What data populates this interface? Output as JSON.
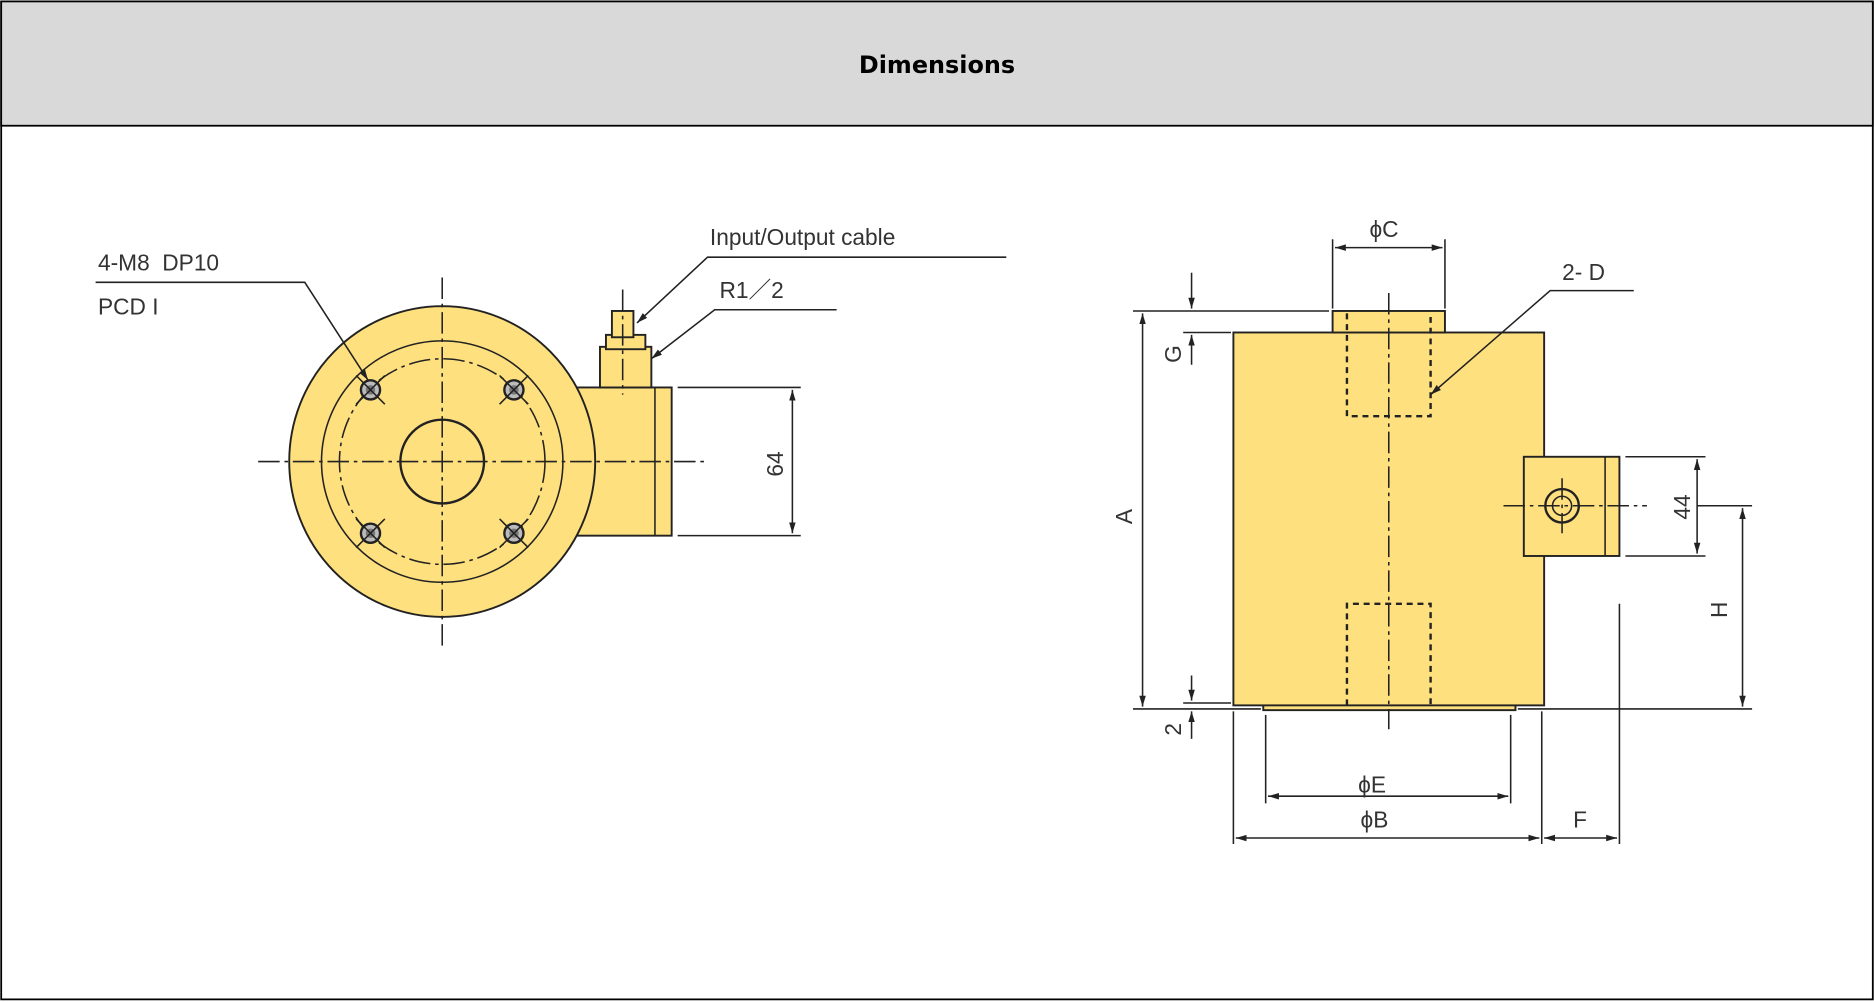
{
  "header": {
    "title": "Dimensions"
  },
  "colors": {
    "part_fill": "#ffe07f",
    "header_bg": "#d9d9d9"
  },
  "top_view": {
    "bolt_label": "4-M8  DP10",
    "pcd_label": "PCD I",
    "cable_label": "Input/Output cable",
    "thread_label": "R1／2",
    "height_dim": "64"
  },
  "side_view": {
    "dim_c": "ϕC",
    "dim_d": "2- D",
    "dim_g": "G",
    "dim_a": "A",
    "dim_2": "2",
    "dim_44": "44",
    "dim_h": "H",
    "dim_e": "ϕE",
    "dim_b": "ϕB",
    "dim_f": "F"
  }
}
